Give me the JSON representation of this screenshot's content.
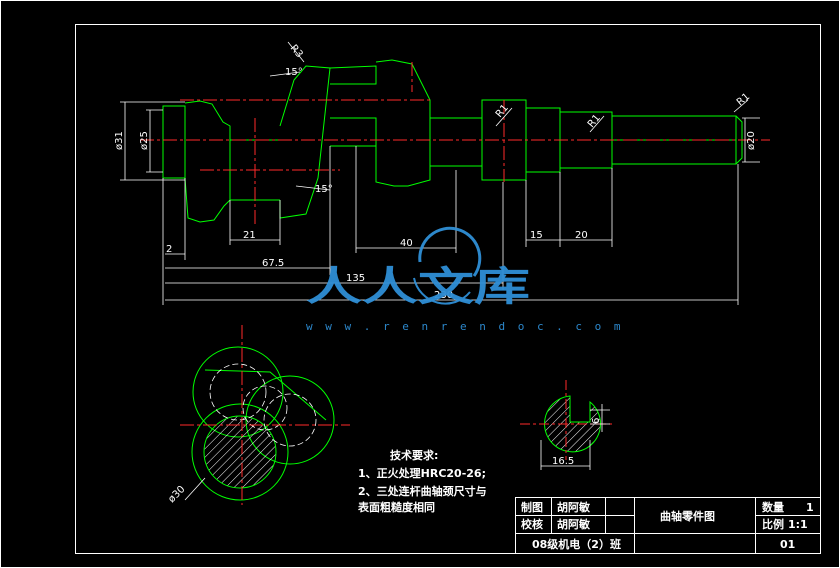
{
  "colors": {
    "outline": "#00ff00",
    "centerline": "#ff2a2a",
    "dimension": "#ffffff",
    "frame": "#ffffff",
    "watermark": "#2f8fd6"
  },
  "dimensions": {
    "d31": "ø31",
    "d25": "ø25",
    "d20": "ø20",
    "d30": "ø30",
    "r3": "R3",
    "r1a": "R1",
    "r1b": "R1",
    "r1c": "R1",
    "angle_top": "15°",
    "angle_bottom": "15°",
    "len_2": "2",
    "len_21": "21",
    "len_67_5": "67.5",
    "len_135": "135",
    "len_40": "40",
    "len_230": "230",
    "len_15": "15",
    "len_20": "20",
    "len_16_5": "16.5",
    "len_6": "6"
  },
  "notes": {
    "title": "技术要求:",
    "line1": "1、正火处理HRC20-26;",
    "line2": "2、三处连杆曲轴颈尺寸与",
    "line3": "表面粗糙度相同"
  },
  "title_block": {
    "drawn_label": "制图",
    "drawn_name": "胡阿敏",
    "checked_label": "校核",
    "checked_name": "胡阿敏",
    "drawing_name": "曲轴零件图",
    "quantity_label": "数量",
    "quantity_value": "1",
    "scale_label": "比例",
    "scale_value": "1:1",
    "class_name": "08级机电（2）班",
    "drawing_number": "01"
  },
  "watermark": {
    "brand": "人人文库",
    "url": "w w w . r e n r e n d o c . c o m"
  }
}
